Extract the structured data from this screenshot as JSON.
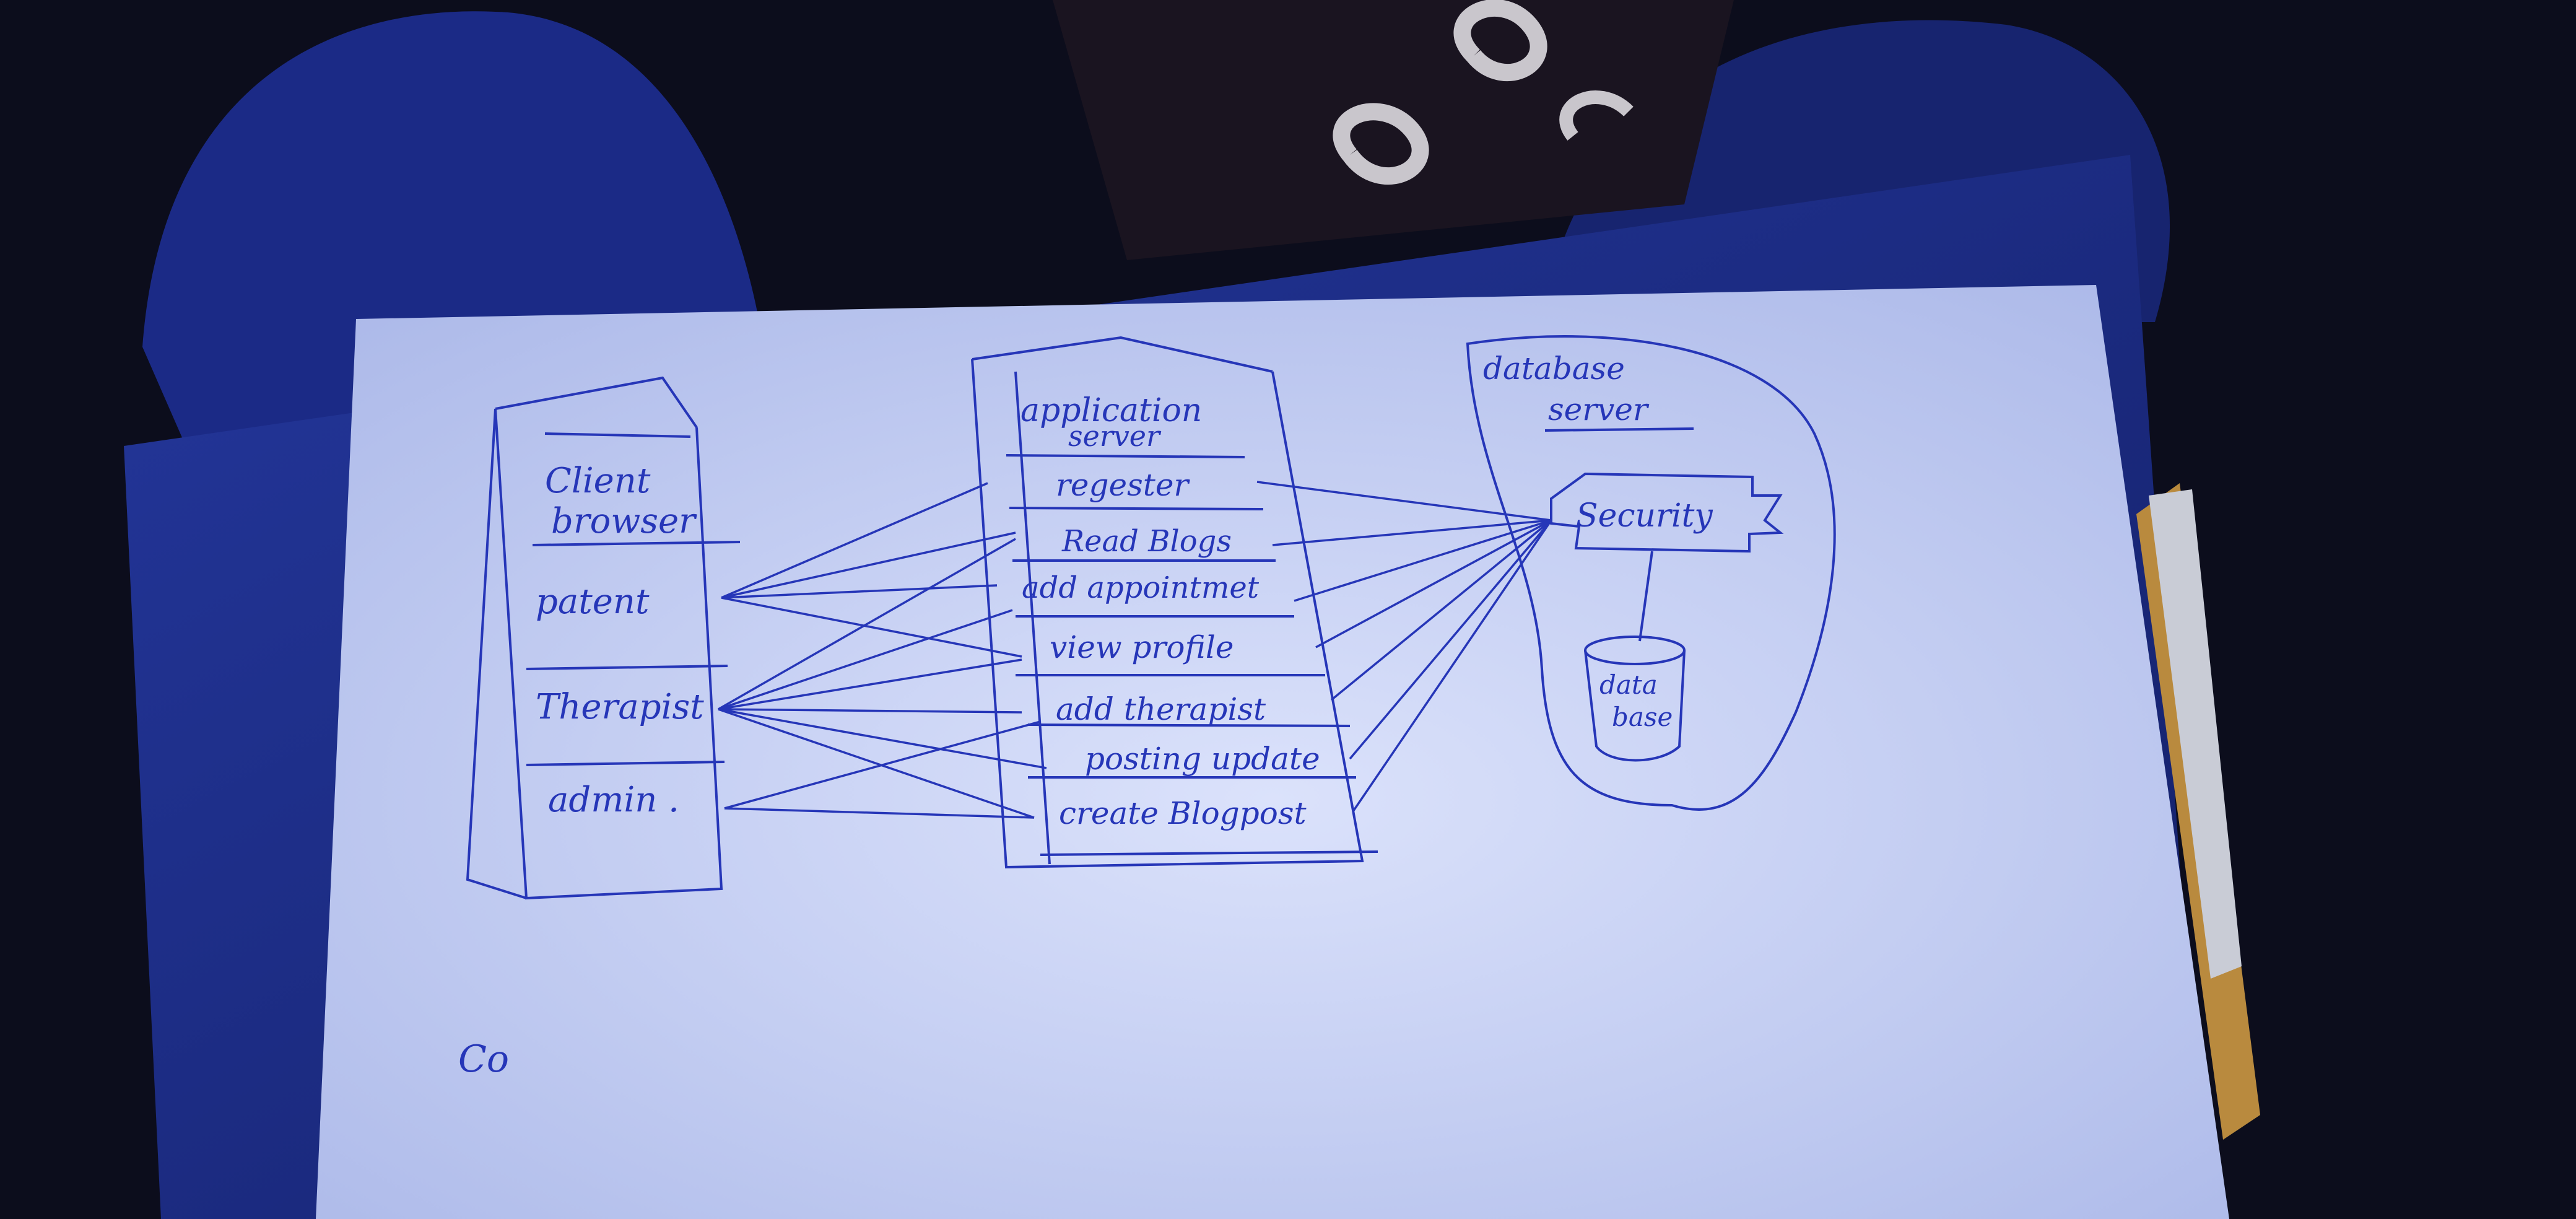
{
  "colors": {
    "background": "#0c0d1c",
    "binder": "#1c2c8a",
    "paper": "#d6ddf6",
    "ink": "#2636b8"
  },
  "client_browser": {
    "title_line1": "Client",
    "title_line2": "browser",
    "actors": [
      "patent",
      "Therapist",
      "admin ."
    ]
  },
  "application_server": {
    "title_line1": "application",
    "title_line2": "server",
    "features": [
      "regester",
      "Read Blogs",
      "add appointmet",
      "view profile",
      "add therapist",
      "posting update",
      "create Blogpost"
    ]
  },
  "database_server": {
    "title_line1": "database",
    "title_line2": "server",
    "security_label": "Security",
    "database_line1": "data",
    "database_line2": "base"
  },
  "note": "Co",
  "icons": {
    "database": "cylinder-icon",
    "security": "scroll-banner-icon"
  }
}
